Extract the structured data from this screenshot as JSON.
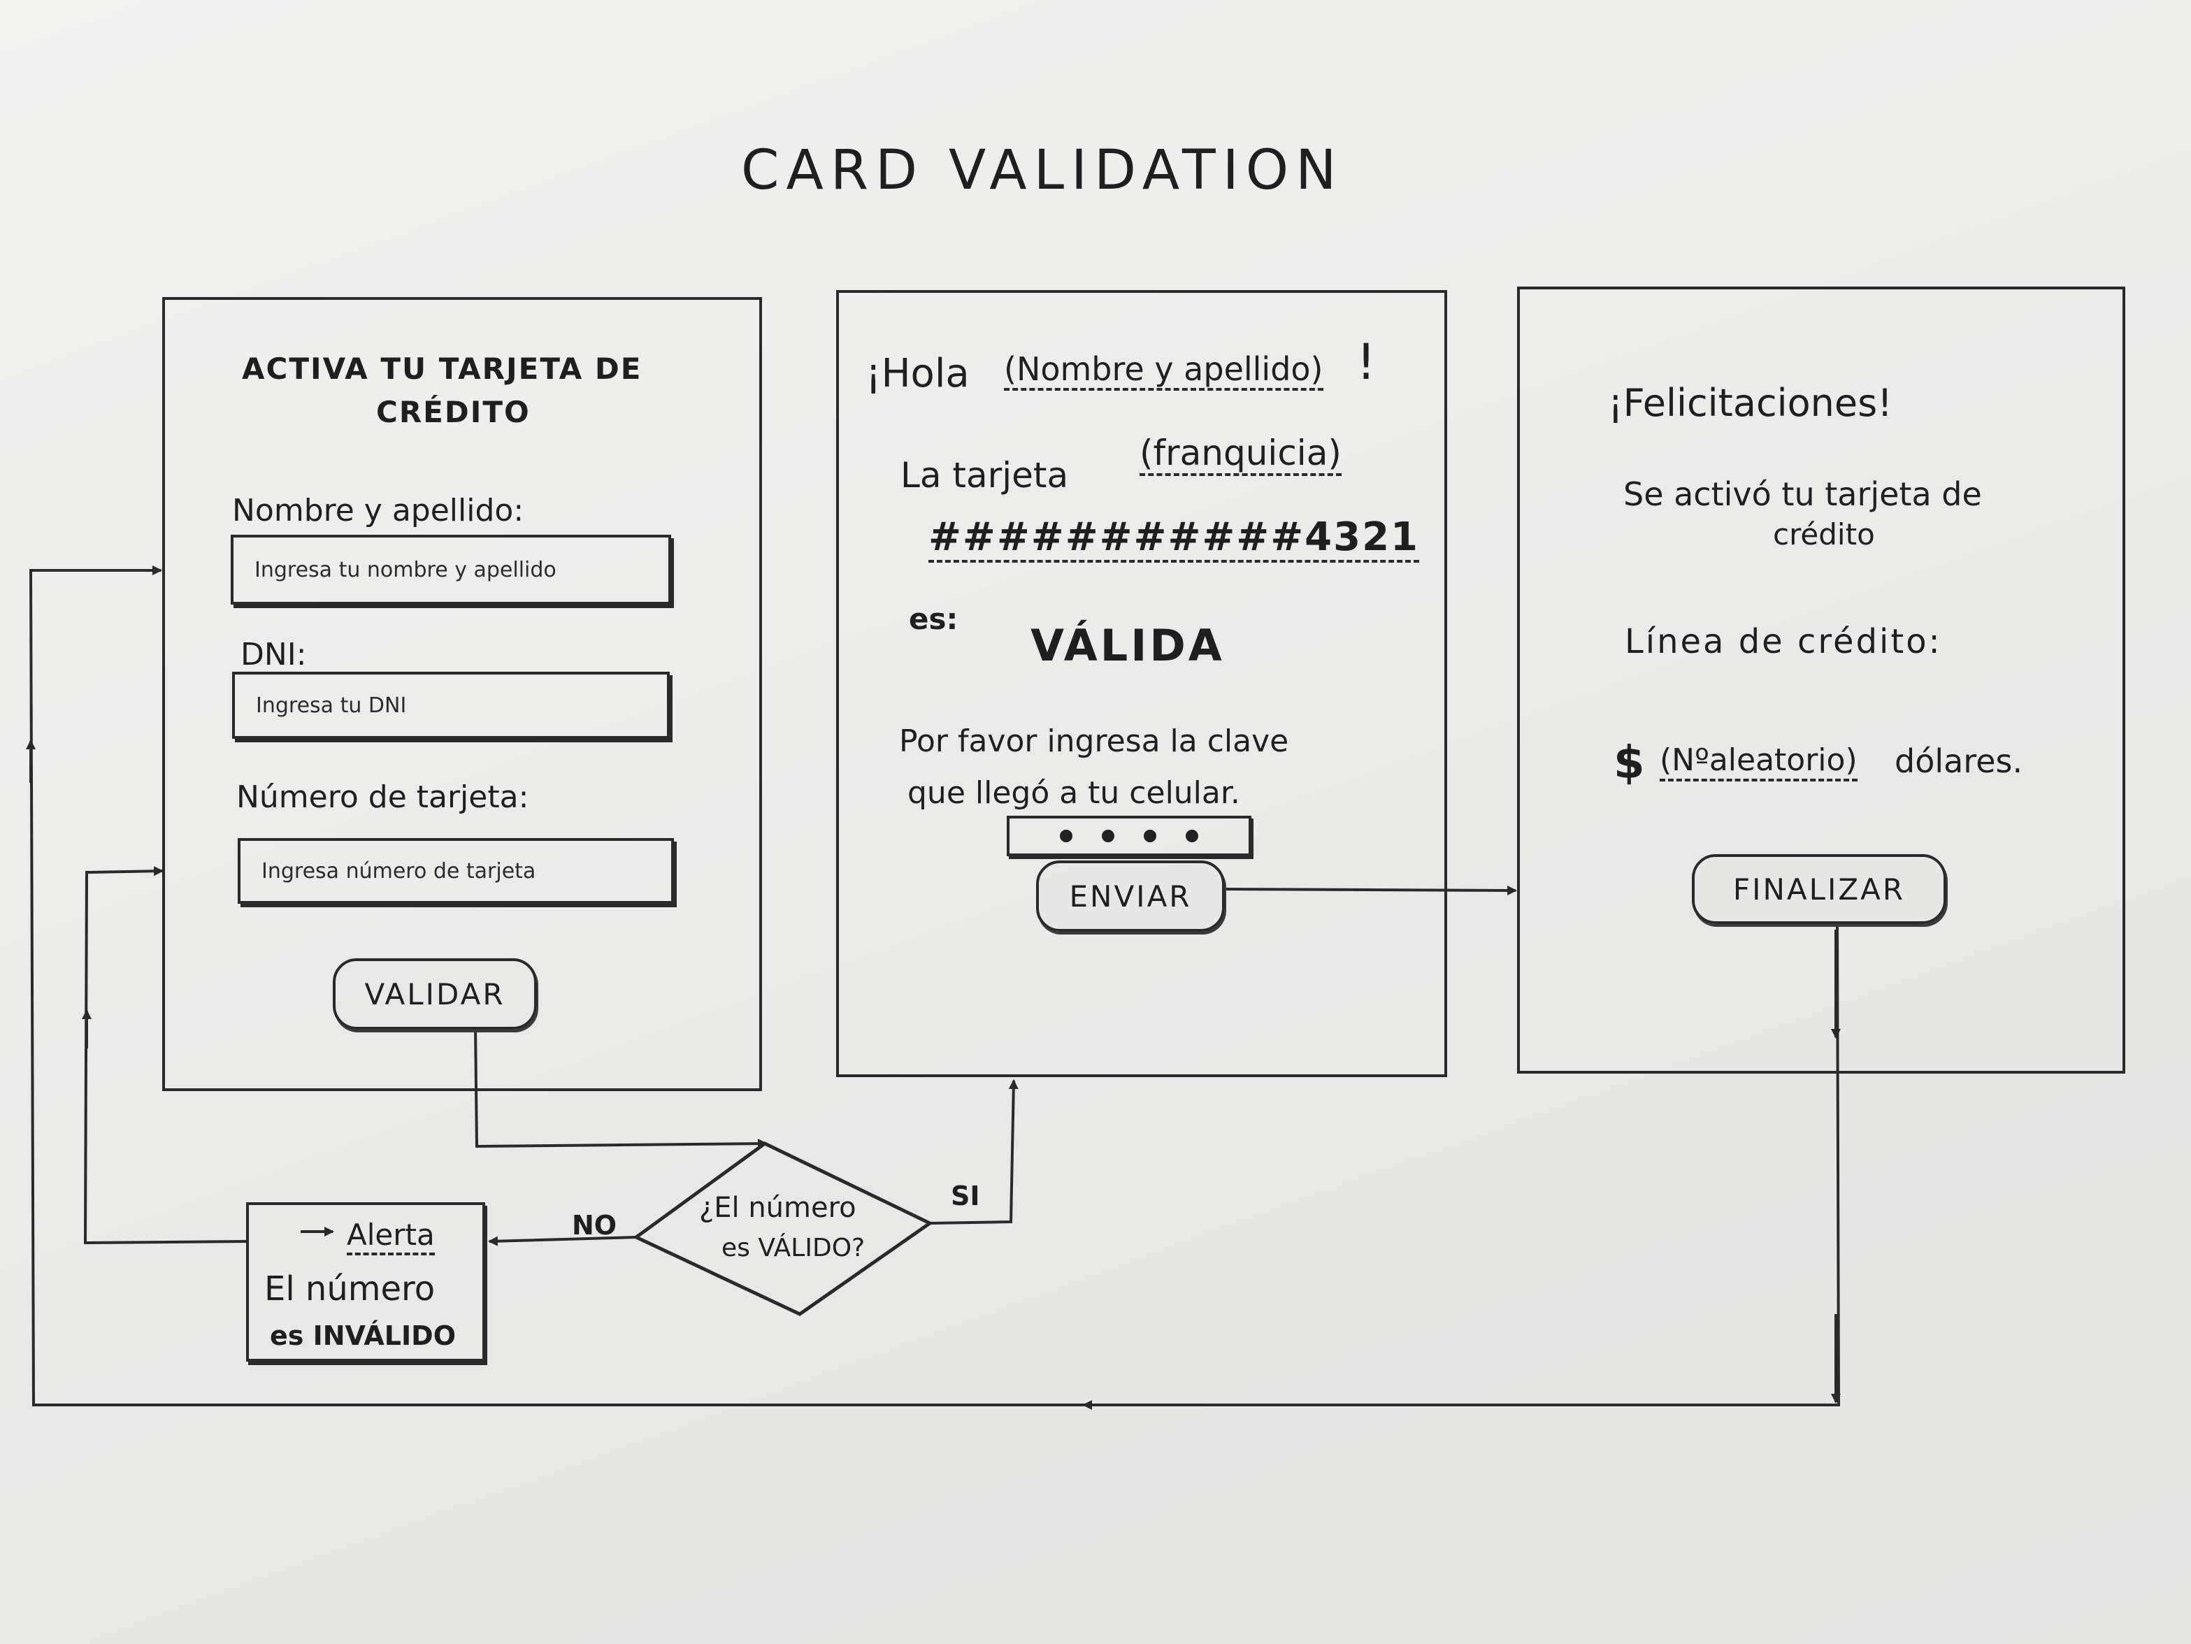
{
  "title": "CARD VALIDATION",
  "screen1": {
    "heading_line1": "ACTIVA TU TARJETA DE",
    "heading_line2": "CRÉDITO",
    "name_label": "Nombre y apellido:",
    "name_placeholder": "Ingresa tu nombre y apellido",
    "dni_label": "DNI:",
    "dni_placeholder": "Ingresa tu DNI",
    "card_label": "Número de tarjeta:",
    "card_placeholder": "Ingresa número de tarjeta",
    "validate_button": "VALIDAR"
  },
  "screen2": {
    "greeting_prefix": "¡Hola",
    "greeting_name": "(Nombre y apellido)",
    "greeting_suffix": "!",
    "card_prefix": "La tarjeta",
    "card_brand": "(franquicia)",
    "card_number": "###########4321",
    "is_label": "es:",
    "status": "VÁLIDA",
    "code_prompt_line1": "Por favor ingresa la clave",
    "code_prompt_line2": "que llegó a tu celular.",
    "code_dot_count": 4,
    "send_button": "ENVIAR"
  },
  "screen3": {
    "congrats": "¡Felicitaciones!",
    "activated_line1": "Se activó tu tarjeta de",
    "activated_line2": "crédito",
    "credit_line_label": "Línea de crédito:",
    "amount_prefix": "$",
    "amount_value": "(Nºaleatorio)",
    "amount_suffix": "dólares.",
    "finish_button": "FINALIZAR"
  },
  "decision": {
    "question_line1": "¿El número",
    "question_line2": "es VÁLIDO?",
    "yes_label": "SI",
    "no_label": "NO"
  },
  "alert": {
    "title": "Alerta",
    "line1": "El número",
    "line2": "es INVÁLIDO"
  }
}
